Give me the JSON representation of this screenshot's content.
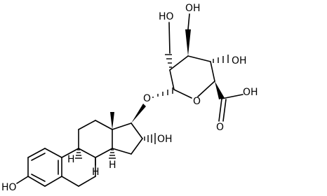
{
  "diagram": {
    "type": "chemical-structure",
    "labels": {
      "oh_sugar_top_left": "HO",
      "oh_sugar_top_right": "OH",
      "oh_sugar_right": "OH",
      "ring_oxygen": "O",
      "glycosidic_oxygen": "O",
      "carboxyl_oh": "OH",
      "carboxyl_o": "O",
      "oh_d_ring": "OH",
      "oh_a_ring": "HO",
      "h_c9": "H",
      "h_c8": "H",
      "h_c14": "H"
    }
  }
}
